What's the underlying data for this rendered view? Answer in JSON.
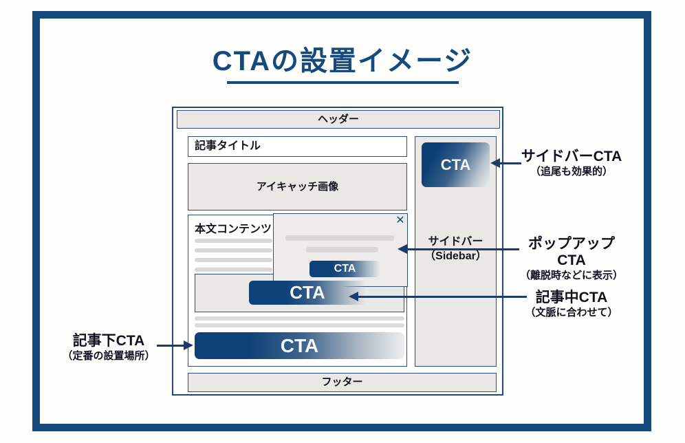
{
  "title": {
    "text": "CTAの設置イメージ"
  },
  "colors": {
    "navy": "#164a7c",
    "frame": "#1e4a7b",
    "border": "#2b5080",
    "arrow": "#1b3b6d",
    "gray": "#e9e8e4",
    "popup": "#edecea",
    "line1": "#d9d8d5",
    "line2": "#dcdbd8",
    "ctadark": "#0d4177",
    "text": "#14141f",
    "white": "#ffffff"
  },
  "wireframe": {
    "header": "ヘッダー",
    "article_title": "記事タイトル",
    "eyecatch": "アイキャッチ画像",
    "body": "本文コンテンツ",
    "sidebar_line1": "サイドバー",
    "sidebar_line2": "（Sidebar）",
    "footer": "フッター",
    "cta": "CTA",
    "close_icon": "✕"
  },
  "annotations": {
    "sidebar": {
      "label": "サイドバーCTA",
      "note": "（追尾も効果的）"
    },
    "popup": {
      "label": "ポップアップCTA",
      "note": "（離脱時などに表示）"
    },
    "in_article": {
      "label": "記事中CTA",
      "note": "（文脈に合わせて）"
    },
    "below_article": {
      "label": "記事下CTA",
      "note": "（定番の設置場所）"
    }
  }
}
